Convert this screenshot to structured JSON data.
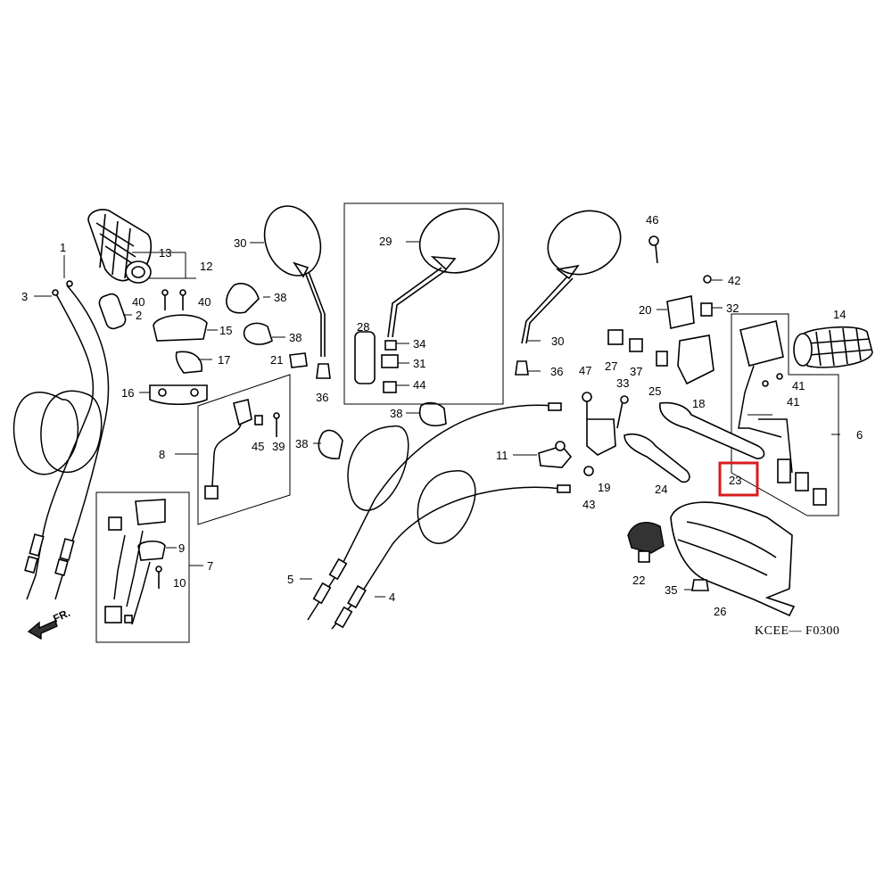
{
  "diagram": {
    "drawing_code": "KCEE— F0300",
    "direction_label": "FR.",
    "highlight_color": "#d81c1c",
    "highlighted_part": "23",
    "callouts": [
      "1",
      "2",
      "3",
      "4",
      "5",
      "6",
      "7",
      "8",
      "9",
      "10",
      "11",
      "12",
      "13",
      "14",
      "15",
      "16",
      "17",
      "18",
      "19",
      "20",
      "21",
      "22",
      "23",
      "24",
      "25",
      "26",
      "27",
      "28",
      "29",
      "30",
      "30",
      "31",
      "32",
      "33",
      "34",
      "35",
      "36",
      "36",
      "37",
      "38",
      "38",
      "38",
      "38",
      "39",
      "40",
      "40",
      "41",
      "41",
      "42",
      "43",
      "44",
      "45",
      "46",
      "47"
    ]
  }
}
